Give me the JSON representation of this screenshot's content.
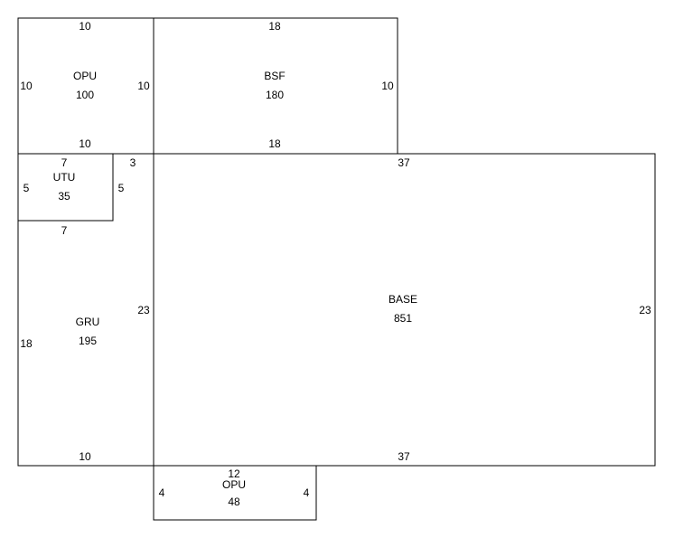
{
  "areas": {
    "opu_top": {
      "name": "OPU",
      "sqft": "100",
      "top": "10",
      "left": "10",
      "right": "10",
      "bottom": "10"
    },
    "bsf": {
      "name": "BSF",
      "sqft": "180",
      "top": "18",
      "right": "10",
      "bottom": "18"
    },
    "utu": {
      "name": "UTU",
      "sqft": "35",
      "top": "7",
      "left": "5",
      "right": "5",
      "bottom": "7",
      "gap": "3"
    },
    "gru": {
      "name": "GRU",
      "sqft": "195",
      "left": "18",
      "right": "23",
      "bottom": "10"
    },
    "base": {
      "name": "BASE",
      "sqft": "851",
      "top": "37",
      "right": "23",
      "bottom": "37"
    },
    "opu_bottom": {
      "name": "OPU",
      "sqft": "48",
      "top": "12",
      "left": "4",
      "right": "4"
    }
  },
  "colors": {
    "line": "#000000",
    "background": "#ffffff"
  }
}
